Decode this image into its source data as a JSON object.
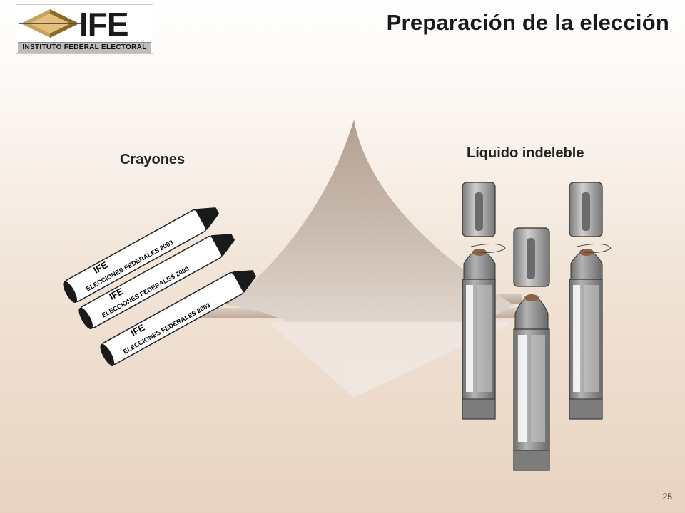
{
  "header": {
    "logo_text": "IFE",
    "logo_subtitle": "INSTITUTO FEDERAL ELECTORAL",
    "title": "Preparación de la elección"
  },
  "crayons": {
    "label": "Crayones",
    "brand": "IFE",
    "print_text": "ELECCIONES FEDERALES 2003",
    "count": 3
  },
  "markers": {
    "label": "Líquido indeleble",
    "count": 3
  },
  "footer": {
    "page_number": "25"
  },
  "colors": {
    "background_top": "#ffffff",
    "background_bottom": "#e8d3c1",
    "marker_body": "#8f8f8f",
    "marker_cap": "#9a9a9a",
    "shape_fill": "#b9a79a"
  }
}
